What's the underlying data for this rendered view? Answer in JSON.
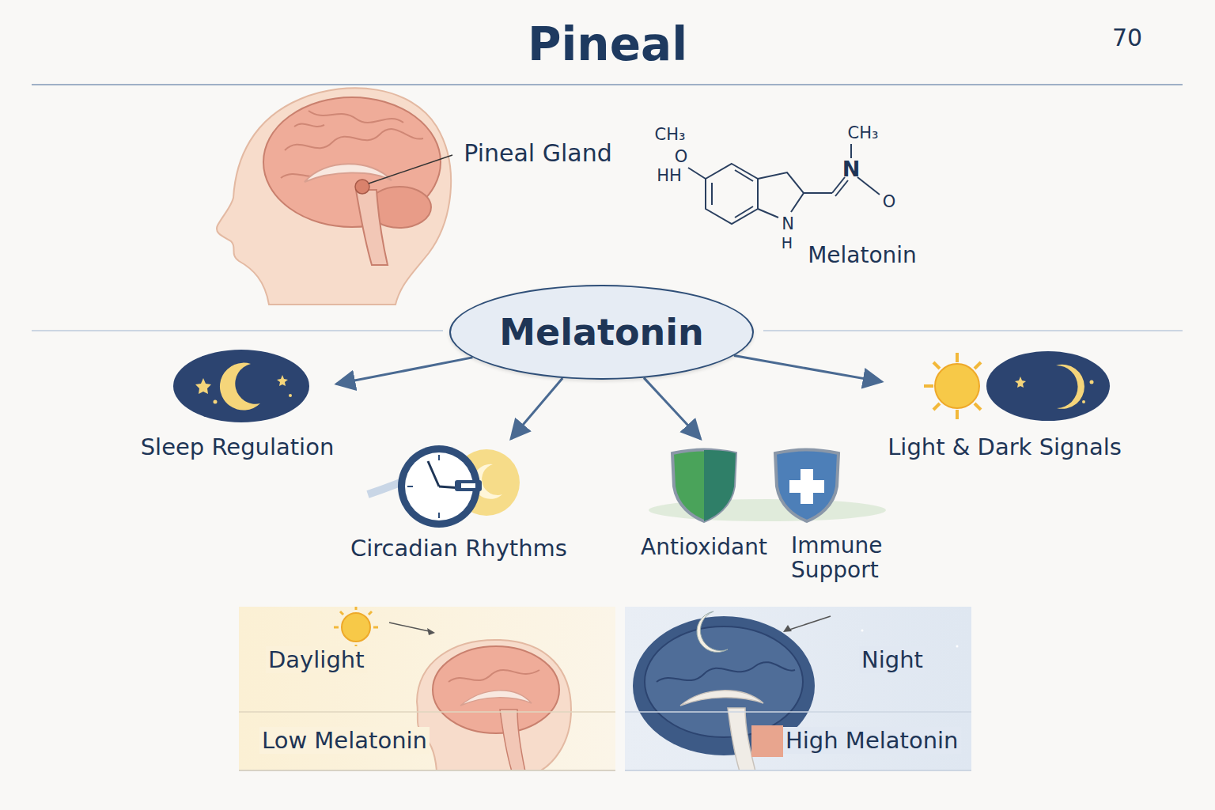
{
  "diagram": {
    "title": "Pineal",
    "nodes": [
      {
        "text": [
          "Melatonin"
        ]
      },
      {
        "text": [
          "Sleep Regulation"
        ]
      },
      {
        "text": [
          "Circadian Rhythms"
        ]
      },
      {
        "text": [
          "Antioxidant",
          "Immune Support"
        ]
      },
      {
        "text": [
          "Light & Dark Signals"
        ]
      },
      {
        "text": [
          "Daylight",
          "Low Melatonin"
        ]
      },
      {
        "text": [
          "Night",
          "High Melatonin"
        ]
      }
    ],
    "edges": [
      {
        "from": 0,
        "to": 1,
        "arrow": "to"
      },
      {
        "from": 0,
        "to": 2,
        "arrow": "to"
      },
      {
        "from": 0,
        "to": 3,
        "arrow": "to"
      },
      {
        "from": 0,
        "to": 4,
        "arrow": "to"
      }
    ],
    "labels": [
      "70",
      "Pineal Gland",
      "CH₃",
      "O",
      "HH",
      "CH₃",
      "N",
      "O",
      "N",
      "H",
      "Melatonin"
    ]
  }
}
